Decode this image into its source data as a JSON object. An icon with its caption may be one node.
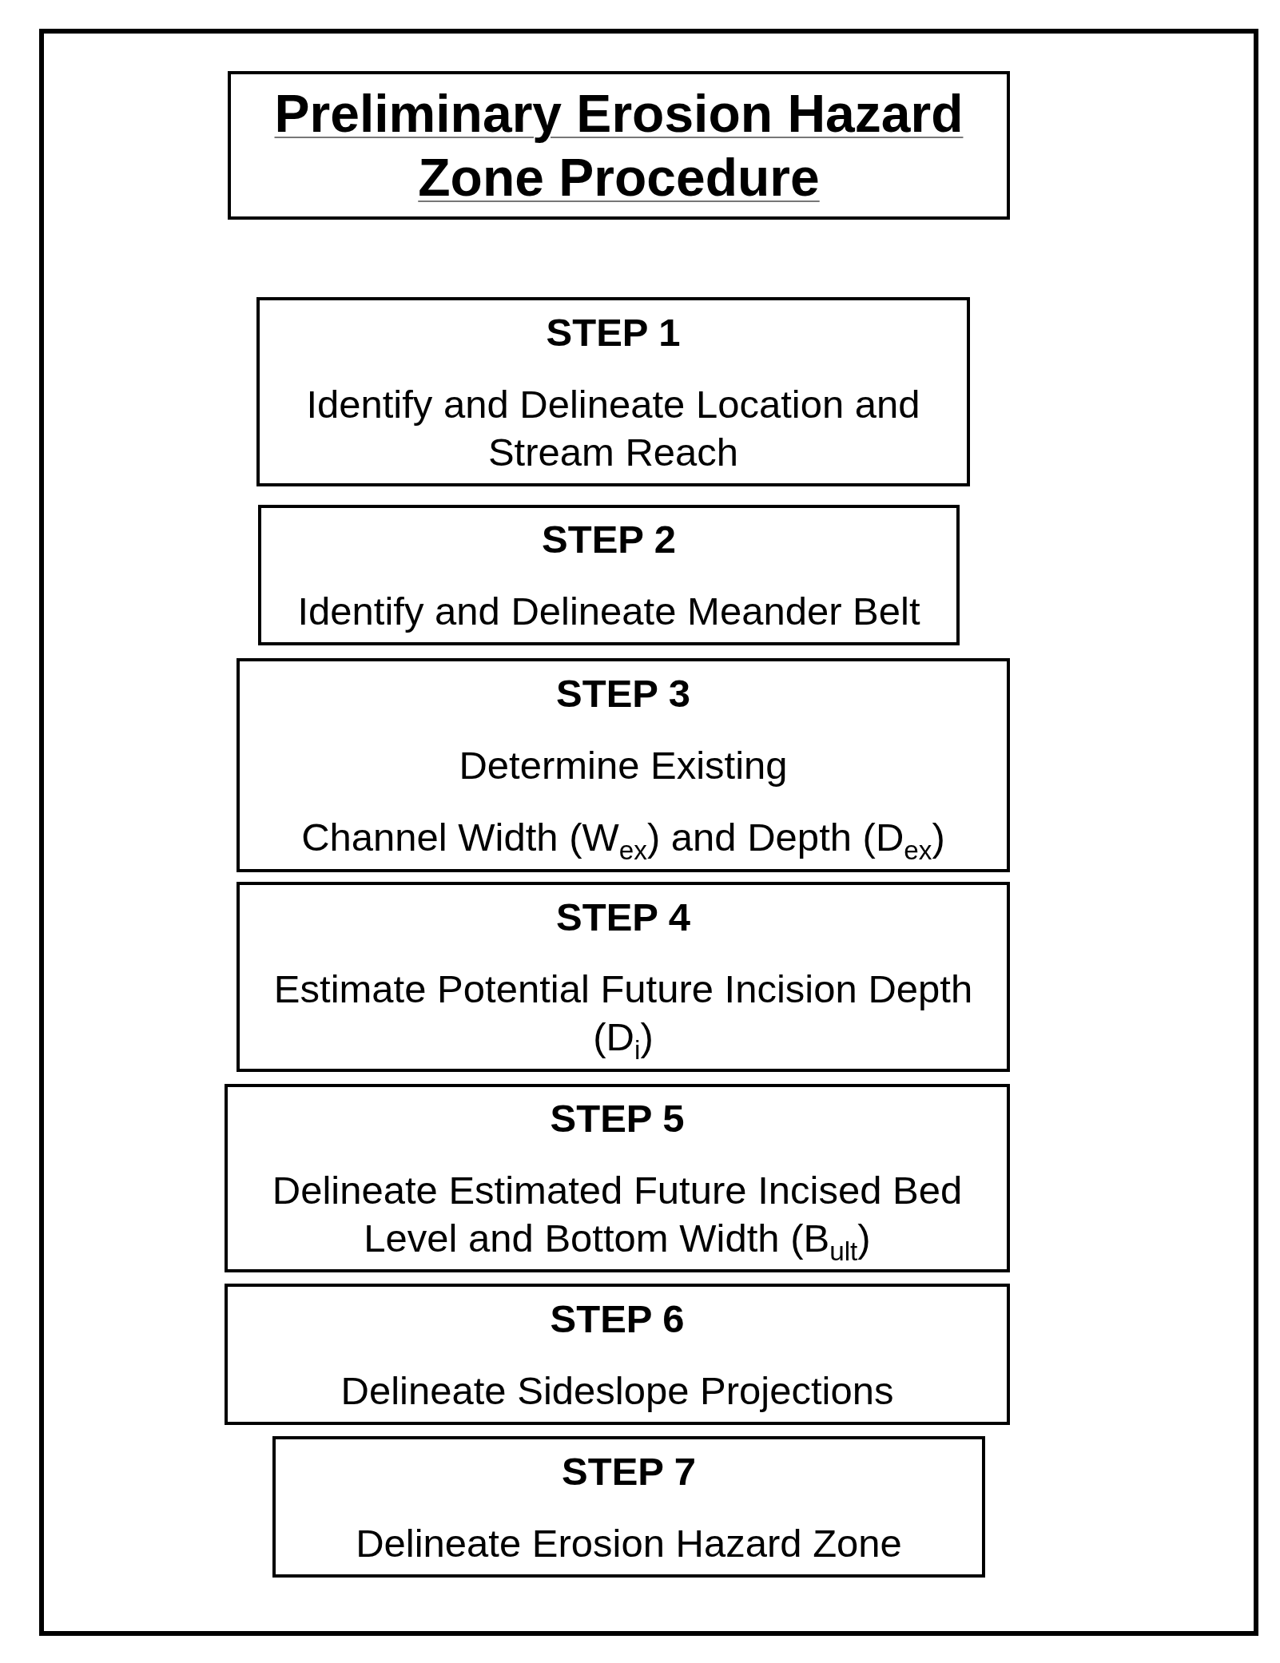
{
  "diagram": {
    "title": "Preliminary Erosion Hazard Zone Procedure",
    "nodes": [
      {
        "text": [
          "STEP 1",
          "Identify and Delineate Location and Stream Reach"
        ]
      },
      {
        "text": [
          "STEP 2",
          "Identify and Delineate Meander Belt"
        ]
      },
      {
        "text": [
          "STEP 3",
          "Determine Existing",
          "Channel Width (W$_{ex}$) and Depth (D$_{ex}$)"
        ]
      },
      {
        "text": [
          "STEP 4",
          "Estimate Potential Future Incision Depth (D$_{i}$)"
        ]
      },
      {
        "text": [
          "STEP 5",
          "Delineate Estimated Future Incised Bed Level and Bottom Width (B$_{ult}$)"
        ]
      },
      {
        "text": [
          "STEP 6",
          "Delineate Sideslope Projections"
        ]
      },
      {
        "text": [
          "STEP 7",
          "Delineate Erosion Hazard Zone"
        ]
      }
    ]
  }
}
